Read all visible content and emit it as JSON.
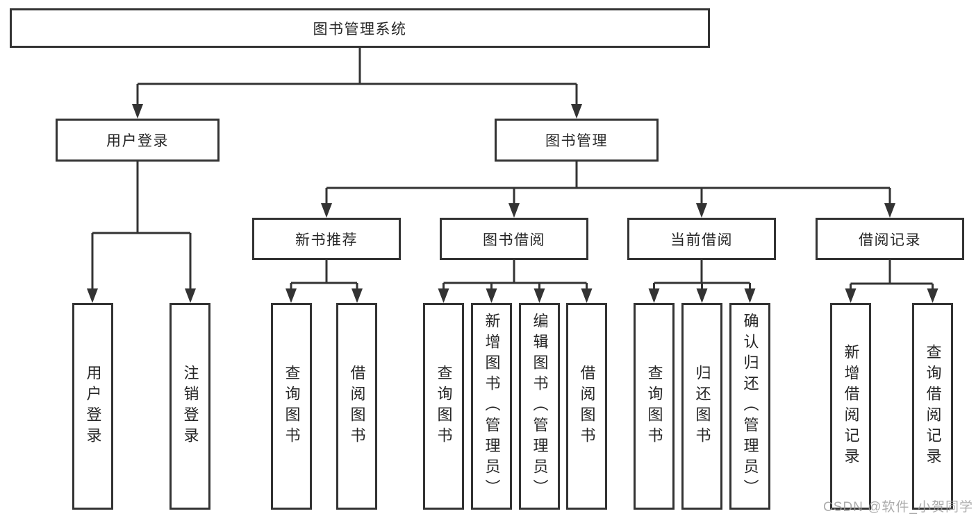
{
  "diagram": {
    "watermark": "CSDN @软件_小贺同学",
    "nodes": {
      "root": {
        "label": "图书管理系统"
      },
      "user_login": {
        "label": "用户登录"
      },
      "book_mgmt": {
        "label": "图书管理"
      },
      "new_book_rec": {
        "label": "新书推荐"
      },
      "book_borrow": {
        "label": "图书借阅"
      },
      "current_borrow": {
        "label": "当前借阅"
      },
      "borrow_records": {
        "label": "借阅记录"
      },
      "leaf_user_login": {
        "label": "用户登录"
      },
      "leaf_logout": {
        "label": "注销登录"
      },
      "leaf_rec_query": {
        "label": "查询图书"
      },
      "leaf_rec_borrow": {
        "label": "借阅图书"
      },
      "leaf_bb_query": {
        "label": "查询图书"
      },
      "leaf_bb_add": {
        "label": "新增图书（管理员）"
      },
      "leaf_bb_edit": {
        "label": "编辑图书（管理员）"
      },
      "leaf_bb_borrow": {
        "label": "借阅图书"
      },
      "leaf_cb_query": {
        "label": "查询图书"
      },
      "leaf_cb_return": {
        "label": "归还图书"
      },
      "leaf_cb_confirm": {
        "label": "确认归还（管理员）"
      },
      "leaf_br_add": {
        "label": "新增借阅记录"
      },
      "leaf_br_query": {
        "label": "查询借阅记录"
      }
    },
    "colors": {
      "line": "#333333",
      "text": "#262626",
      "background": "#ffffff",
      "watermark": "#9e9e9e"
    }
  }
}
